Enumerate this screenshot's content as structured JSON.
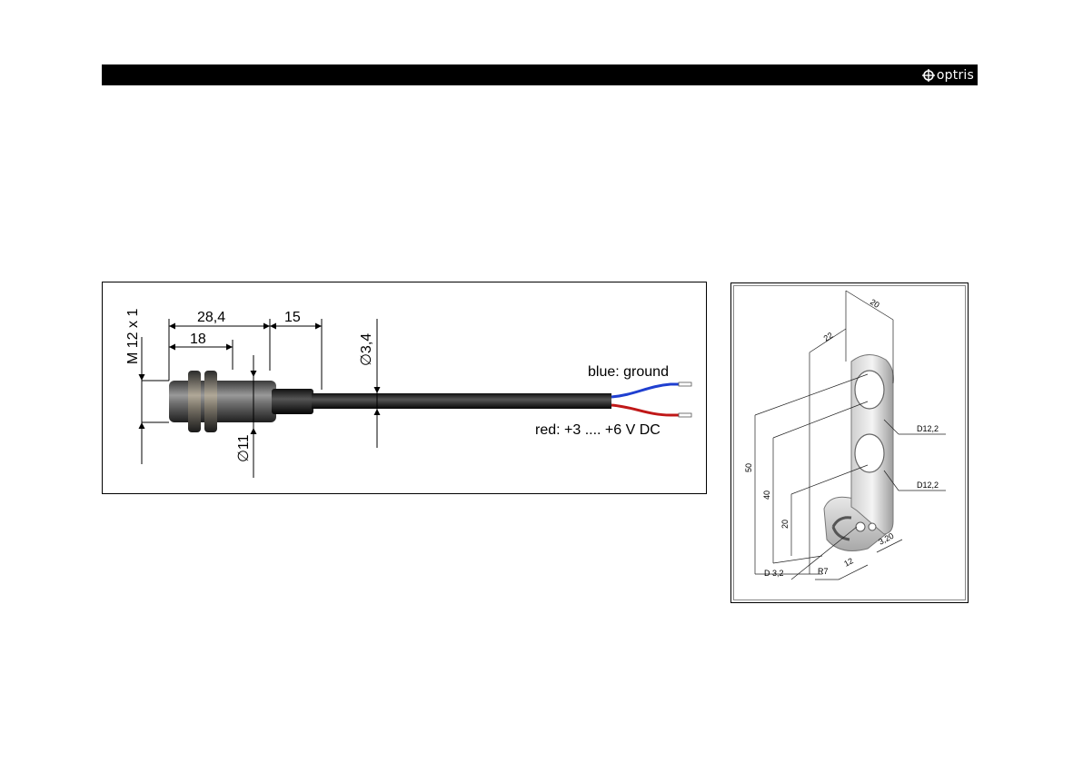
{
  "header": {
    "brand": "optris",
    "brand_logo": "crosshair-logo-icon",
    "bar_color": "#000000"
  },
  "sensor_drawing": {
    "thread_label": "M 12 x 1",
    "dim_length_total": "28,4",
    "dim_length_thread": "18",
    "dim_cable_sleeve": "15",
    "dim_cable_diameter": "∅3,4",
    "dim_body_diameter": "∅11",
    "wire_blue_label": "blue: ground",
    "wire_red_label": "red: +3 .... +6 V DC",
    "wire_blue_color": "#1f3fd0",
    "wire_red_color": "#c01818"
  },
  "bracket_drawing": {
    "dim_width": "20",
    "dim_depth": "22",
    "dim_height_50": "50",
    "dim_height_40": "40",
    "dim_height_20": "20",
    "hole_upper": "D12,2",
    "hole_lower": "D12,2",
    "slot_hole": "D 3,2",
    "radius": "R7",
    "dim_slot": "12",
    "dim_thickness": "3,20"
  }
}
